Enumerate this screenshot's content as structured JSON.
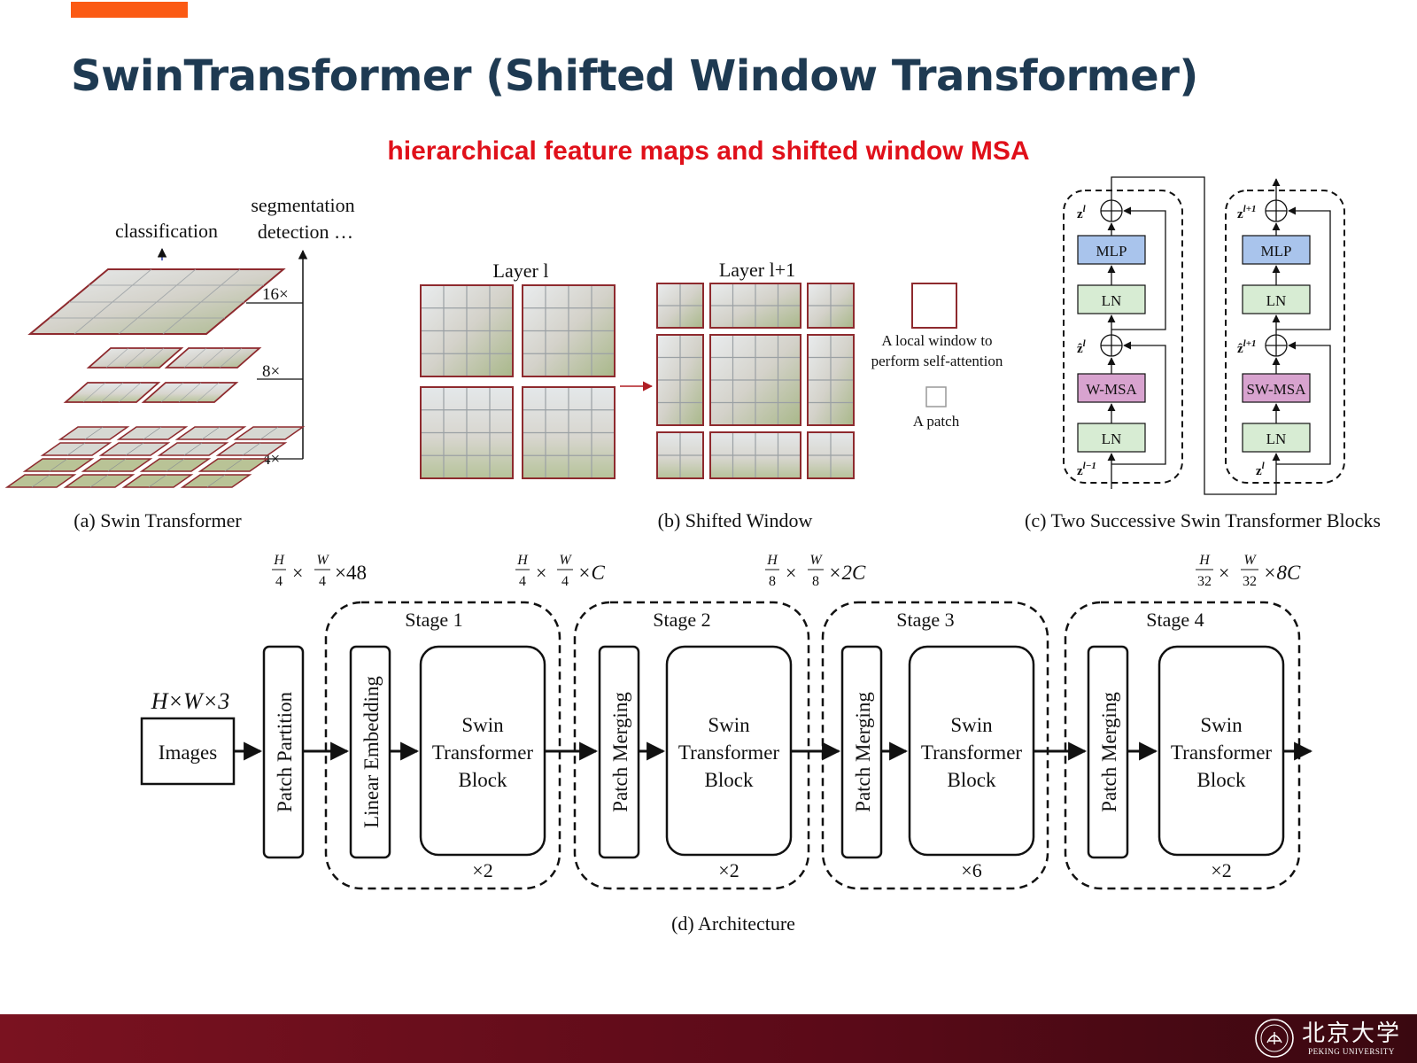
{
  "slide": {
    "title": "SwinTransformer (Shifted Window Transformer)",
    "subtitle": "hierarchical feature maps and shifted window MSA",
    "accent_color": "#fb5a14",
    "title_color": "#1e3a52",
    "subtitle_color": "#e0101a",
    "footer_color": "#6e0f1e"
  },
  "panel_a": {
    "caption": "(a) Swin Transformer",
    "label_classification": "classification",
    "label_segmentation": "segmentation",
    "label_detection": "detection …",
    "scales": [
      "16×",
      "8×",
      "4×"
    ]
  },
  "panel_b": {
    "caption": "(b) Shifted Window",
    "layer_l": "Layer l",
    "layer_l1": "Layer l+1",
    "legend_window_1": "A local window to",
    "legend_window_2": "perform self-attention",
    "legend_patch": "A patch"
  },
  "panel_c": {
    "caption": "(c) Two Successive Swin Transformer Blocks",
    "block1": {
      "z_out": "z",
      "z_out_sup": "l",
      "z_mid": "ẑ",
      "z_mid_sup": "l",
      "z_in": "z",
      "z_in_sup": "l−1",
      "mlp": "MLP",
      "ln_top": "LN",
      "msa": "W-MSA",
      "ln_bottom": "LN"
    },
    "block2": {
      "z_out": "z",
      "z_out_sup": "l+1",
      "z_mid": "ẑ",
      "z_mid_sup": "l+1",
      "z_in": "z",
      "z_in_sup": "l",
      "mlp": "MLP",
      "ln_top": "LN",
      "msa": "SW-MSA",
      "ln_bottom": "LN"
    }
  },
  "panel_d": {
    "caption": "(d) Architecture",
    "input_dims": "H×W×3",
    "images": "Images",
    "patch_partition": "Patch Partition",
    "linear_embedding": "Linear Embedding",
    "patch_merging": "Patch Merging",
    "block_line1": "Swin",
    "block_line2": "Transformer",
    "block_line3": "Block",
    "stages": [
      {
        "label": "Stage 1",
        "repeat": "×2",
        "dim_h": "H",
        "dim_h_den": "4",
        "dim_w": "W",
        "dim_w_den": "4",
        "dim_c": "×C"
      },
      {
        "label": "Stage 2",
        "repeat": "×2",
        "dim_h": "H",
        "dim_h_den": "8",
        "dim_w": "W",
        "dim_w_den": "8",
        "dim_c": "×2C"
      },
      {
        "label": "Stage 3",
        "repeat": "×6"
      },
      {
        "label": "Stage 4",
        "repeat": "×2",
        "dim_h": "H",
        "dim_h_den": "32",
        "dim_w": "W",
        "dim_w_den": "32",
        "dim_c": "×8C"
      }
    ],
    "first_dims": {
      "dim_h": "H",
      "dim_h_den": "4",
      "dim_w": "W",
      "dim_w_den": "4",
      "dim_c": "×48"
    }
  },
  "footer": {
    "university_cn": "北京大学",
    "university_en": "PEKING UNIVERSITY"
  }
}
